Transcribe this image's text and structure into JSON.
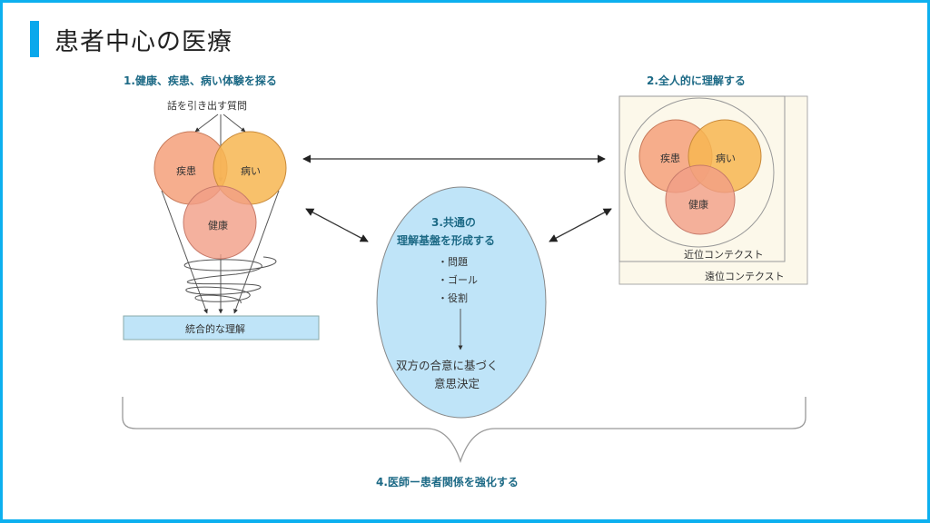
{
  "title": "患者中心の医療",
  "colors": {
    "accent": "#0aa8ec",
    "heading": "#1d6a86",
    "ellipse": "#bfe4f8",
    "context_bg": "#fcf8ea"
  },
  "section1": {
    "heading": "1.健康、疾患、病い体験を探る",
    "question": "話を引き出す質問",
    "circles": {
      "disease": "疾患",
      "illness": "病い",
      "health": "健康"
    },
    "result": "統合的な理解"
  },
  "section2": {
    "heading": "2.全人的に理解する",
    "circles": {
      "disease": "疾患",
      "illness": "病い",
      "health": "健康"
    },
    "proximal": "近位コンテクスト",
    "distal": "遠位コンテクスト"
  },
  "section3": {
    "heading_line1": "3.共通の",
    "heading_line2": "理解基盤を形成する",
    "items": [
      "・問題",
      "・ゴール",
      "・役割"
    ],
    "outcome_line1": "双方の合意に基づく",
    "outcome_line2": "意思決定"
  },
  "section4": {
    "heading": "4.医師ー患者関係を強化する"
  }
}
